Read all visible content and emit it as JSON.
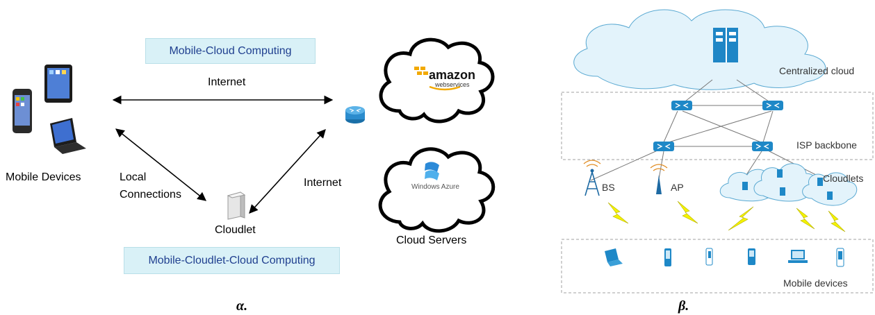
{
  "left": {
    "title_top": "Mobile-Cloud Computing",
    "title_bottom": "Mobile-Cloudlet-Cloud Computing",
    "internet_top": "Internet",
    "internet_right": "Internet",
    "local_line1": "Local",
    "local_line2": "Connections",
    "mobile_devices": "Mobile Devices",
    "cloudlet": "Cloudlet",
    "cloud_servers": "Cloud Servers",
    "amazon_main": "amazon",
    "amazon_sub": "webservices",
    "azure": "Windows Azure",
    "caption": "α."
  },
  "right": {
    "centralized_cloud": "Centralized cloud",
    "isp_backbone": "ISP backbone",
    "bs": "BS",
    "ap": "AP",
    "cloudlets": "Cloudlets",
    "mobile_devices": "Mobile devices",
    "caption": "β."
  },
  "colors": {
    "label_box_bg": "#d9f1f7",
    "label_box_text": "#1f3f8f",
    "cisco_blue": "#1e88c7",
    "cloud_fill": "#e3f3fb",
    "lightning": "#f4f200",
    "dashed_border": "#a0a0a0"
  }
}
